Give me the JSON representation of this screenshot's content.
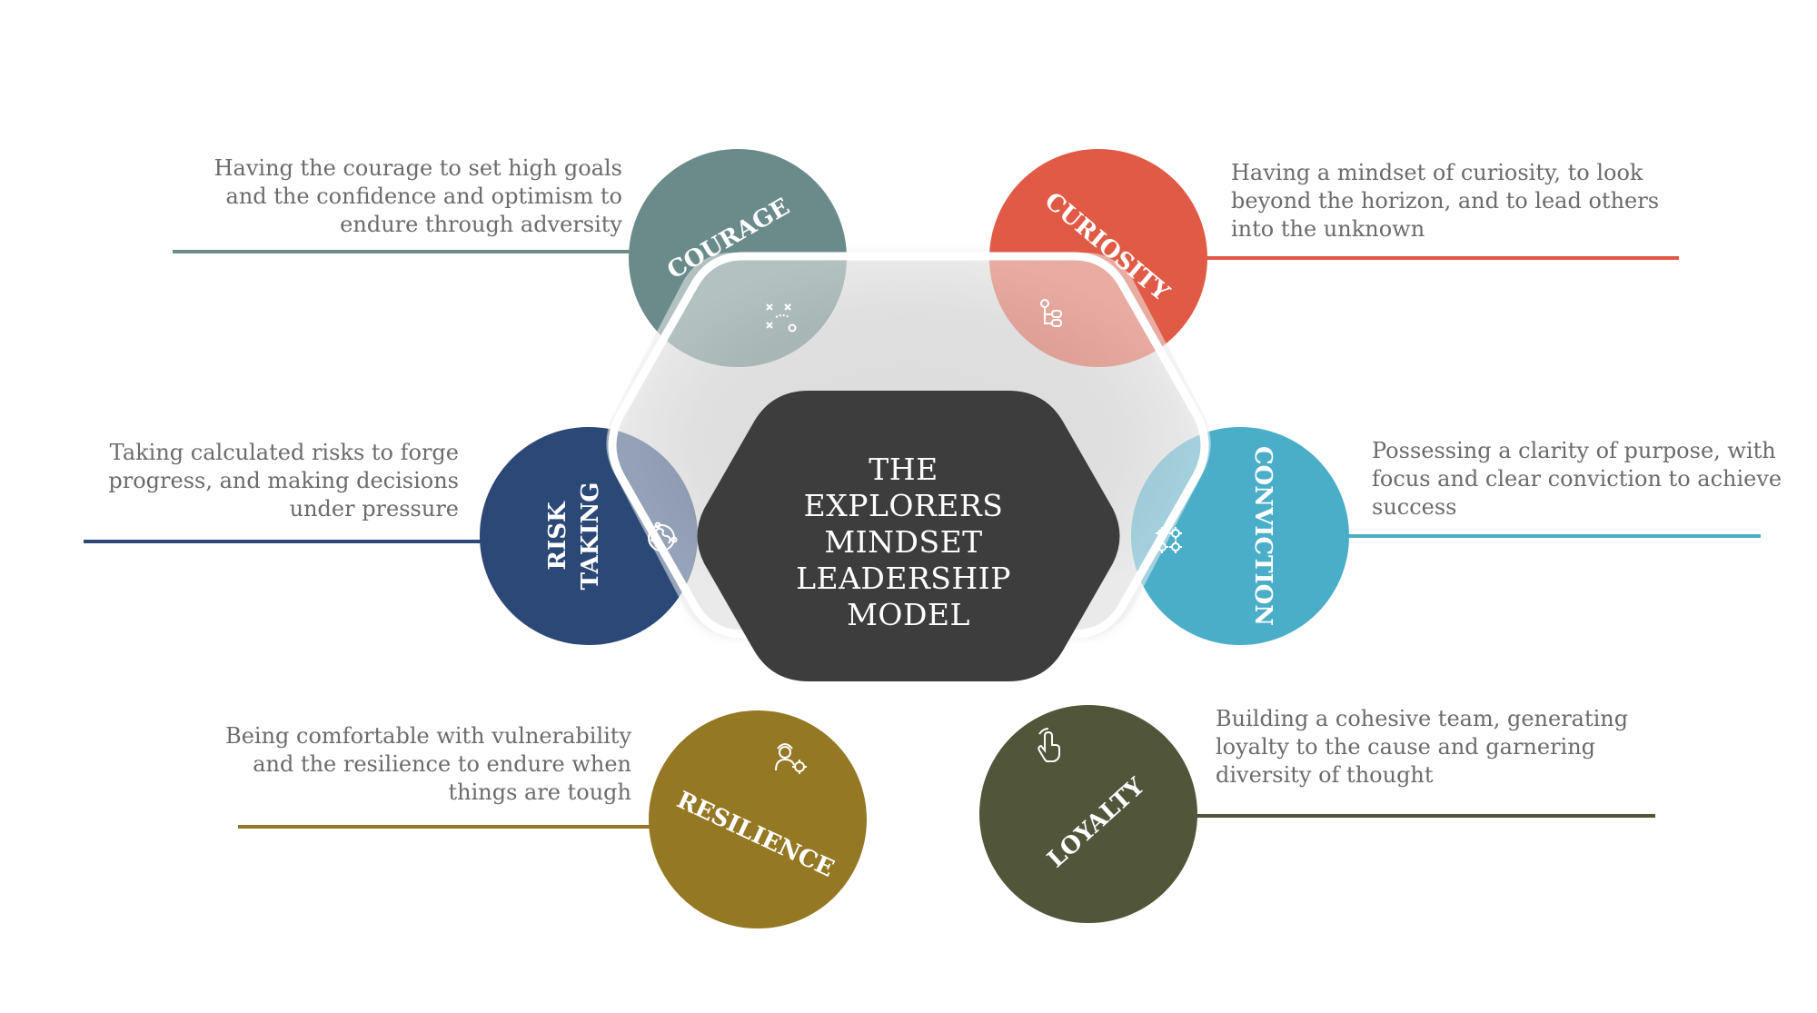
{
  "center": {
    "lines": [
      "THE",
      "EXPLORERS",
      "MINDSET",
      "LEADERSHIP",
      "MODEL"
    ],
    "color": "#3d3d3d"
  },
  "traits": [
    {
      "key": "courage",
      "label": "COURAGE",
      "description": "Having the courage to set high goals and the confidence and optimism to endure through adversity",
      "color": "#6a8b89",
      "icon": "strategy-play-icon"
    },
    {
      "key": "curiosity",
      "label": "CURIOSITY",
      "description": "Having a mindset of curiosity, to look beyond the horizon, and to lead others into the unknown",
      "color": "#e05a45",
      "icon": "workflow-icon"
    },
    {
      "key": "conviction",
      "label": "CONVICTION",
      "description": "Possessing a clarity of purpose, with focus and clear conviction to achieve success",
      "color": "#4aaec9",
      "icon": "gears-icon"
    },
    {
      "key": "loyalty",
      "label": "LOYALTY",
      "description": "Building a cohesive team, generating loyalty to the cause and garnering diversity of thought",
      "color": "#51553a",
      "icon": "hand-pointer-icon"
    },
    {
      "key": "resilience",
      "label": "RESILIENCE",
      "description": "Being comfortable with vulnerability and the resilience to endure when things are tough",
      "color": "#957824",
      "icon": "worker-gear-icon"
    },
    {
      "key": "risk_taking",
      "label_lines": [
        "RISK",
        "TAKING"
      ],
      "description": "Taking calculated risks to forge progress, and making decisions under pressure",
      "color": "#2b4877",
      "icon": "puzzle-globe-icon"
    }
  ]
}
